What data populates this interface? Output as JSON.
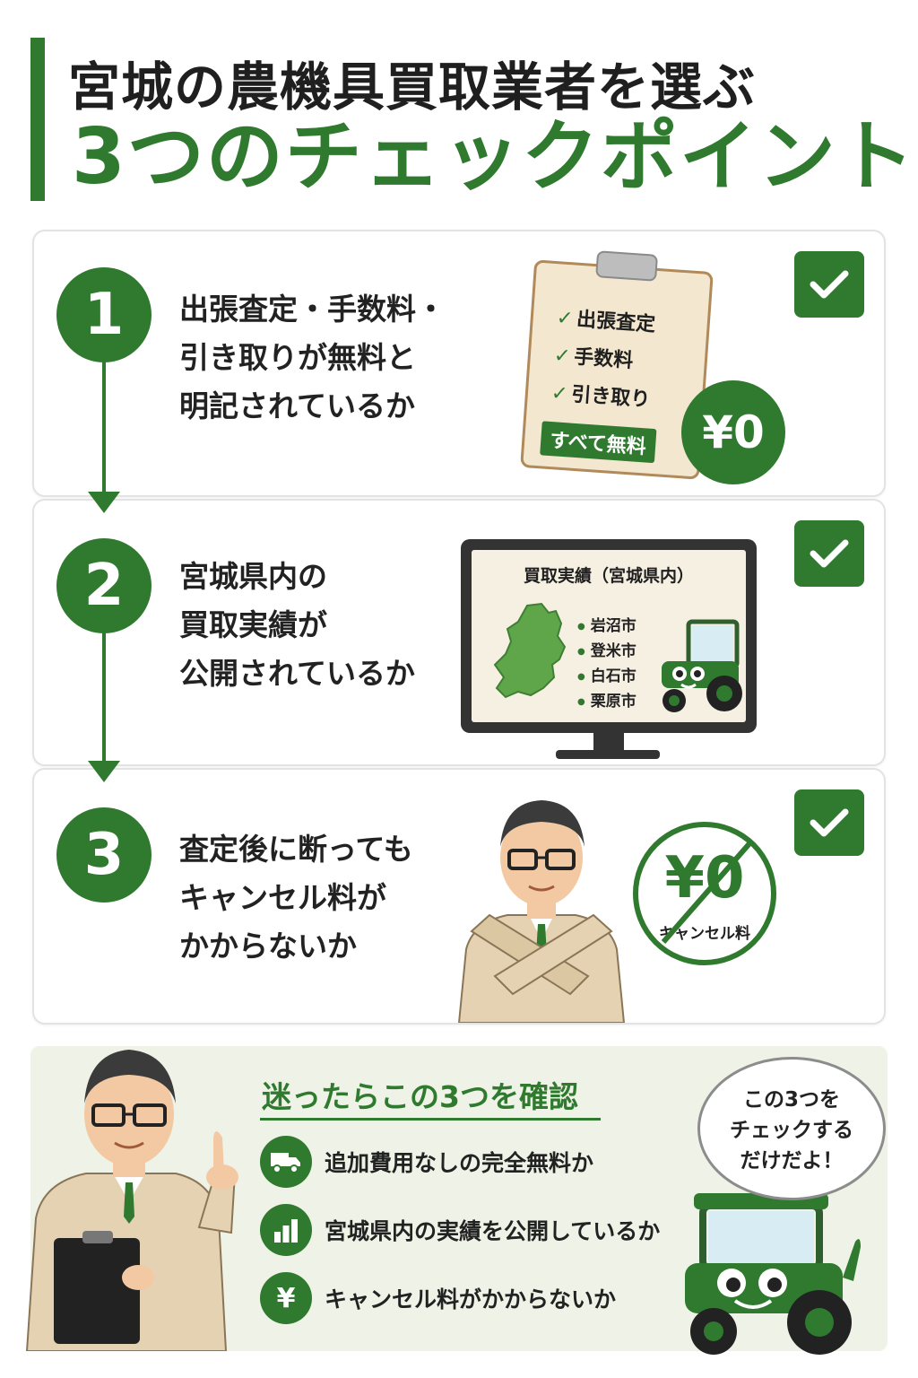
{
  "header": {
    "title_line1": "宮城の農機具買取業者を選ぶ",
    "title_line2": "3つのチェックポイント"
  },
  "steps": [
    {
      "number": "1",
      "lines": [
        "出張査定・手数料・",
        "引き取りが無料と",
        "明記されているか"
      ]
    },
    {
      "number": "2",
      "lines": [
        "宮城県内の",
        "買取実績が",
        "公開されているか"
      ]
    },
    {
      "number": "3",
      "lines": [
        "査定後に断っても",
        "キャンセル料が",
        "かからないか"
      ]
    }
  ],
  "clipboard": {
    "items": [
      "出張査定",
      "手数料",
      "引き取り"
    ],
    "badge": "すべて無料",
    "price": "¥0"
  },
  "monitor": {
    "title": "買取実績（宮城県内）",
    "cities": [
      "岩沼市",
      "登米市",
      "白石市",
      "栗原市"
    ]
  },
  "cancel_stamp": {
    "value": "¥0",
    "label": "キャンセル料"
  },
  "summary": {
    "heading": "迷ったらこの3つを確認",
    "items": [
      {
        "icon": "truck-icon",
        "text": "追加費用なしの完全無料か"
      },
      {
        "icon": "bar-chart-icon",
        "text": "宮城県内の実績を公開しているか"
      },
      {
        "icon": "yen-icon",
        "glyph": "¥",
        "text": "キャンセル料がかからないか"
      }
    ]
  },
  "speech_bubble": {
    "lines": [
      "この3つを",
      "チェックする",
      "だけだよ！"
    ]
  },
  "colors": {
    "brand_green": "#2f7a2f",
    "summary_bg": "#eff2e6",
    "clipboard_paper": "#f3e7cf"
  }
}
